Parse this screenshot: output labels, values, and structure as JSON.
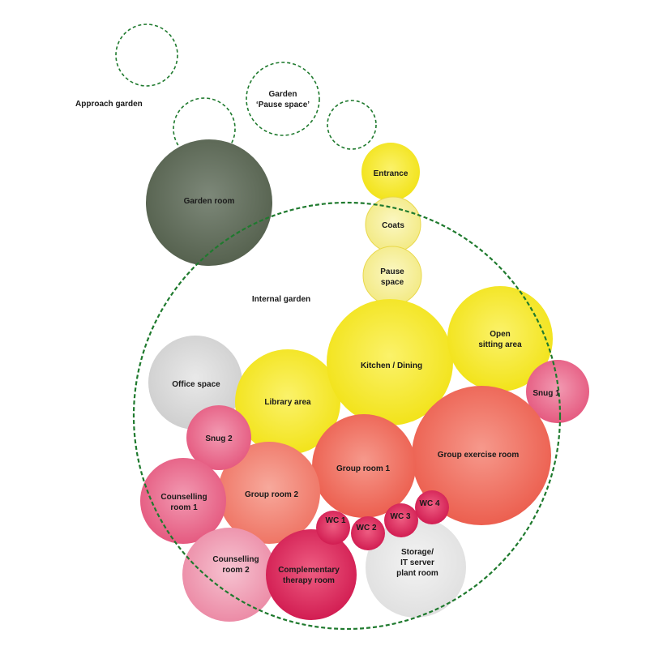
{
  "colors": {
    "garden_dash": "#1f7a2e",
    "green": "#5f6b5c",
    "grey": "#d9d9d9",
    "yellow": "#f2e522",
    "pale_yellow": "#f5ee8a",
    "coral": "#ef6a5a",
    "pink": "#e85a7f",
    "deep_pink": "#d8245a"
  },
  "labels": {
    "approach_garden": "Approach garden",
    "garden_pause_1": "Garden",
    "garden_pause_2": "‘Pause space’",
    "internal_garden": "Internal garden",
    "garden_room": "Garden room",
    "entrance": "Entrance",
    "coats": "Coats",
    "pause_space_1": "Pause",
    "pause_space_2": "space",
    "kitchen": "Kitchen / Dining",
    "open_sitting_1": "Open",
    "open_sitting_2": "sitting area",
    "snug_1": "Snug 1",
    "office": "Office space",
    "library": "Library area",
    "snug_2": "Snug 2",
    "group_exercise": "Group exercise room",
    "group_room_1": "Group room 1",
    "group_room_2": "Group room 2",
    "counselling_1_a": "Counselling",
    "counselling_1_b": "room 1",
    "counselling_2_a": "Counselling",
    "counselling_2_b": "room 2",
    "complementary_a": "Complementary",
    "complementary_b": "therapy room",
    "wc1": "WC 1",
    "wc2": "WC 2",
    "wc3": "WC 3",
    "wc4": "WC 4",
    "storage_a": "Storage/",
    "storage_b": "IT server",
    "storage_c": "plant room"
  }
}
